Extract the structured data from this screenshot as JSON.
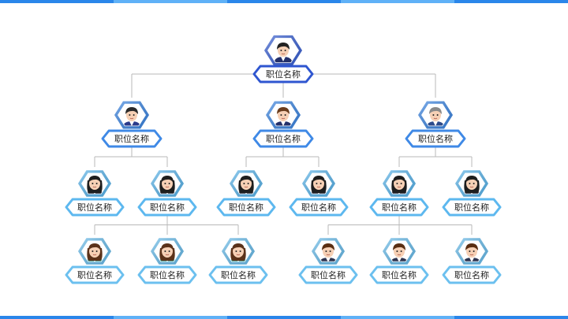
{
  "decor": {
    "top_bar_colors": [
      "#2a86ea",
      "#5fb1f7",
      "#2a86ea",
      "#5fb1f7",
      "#2a86ea"
    ],
    "bottom_bar_colors": [
      "#2a86ea",
      "#5fb1f7",
      "#2a86ea",
      "#5fb1f7",
      "#2a86ea"
    ],
    "line_color": "#b8b8b8"
  },
  "levels": [
    {
      "level": 1,
      "hex_fill": "#3c63d6",
      "pill_stroke": "#2f56d0"
    },
    {
      "level": 2,
      "hex_fill": "#3f89e6",
      "pill_stroke": "#3f89e6"
    },
    {
      "level": 3,
      "hex_fill": "#5db8ef",
      "pill_stroke": "#5db8ef"
    },
    {
      "level": 4,
      "hex_fill": "#6cc0ef",
      "pill_stroke": "#6cc0ef"
    }
  ],
  "nodes": [
    {
      "id": "ceo",
      "label": "职位名称",
      "level": 1,
      "avatar": "man-suit",
      "parent": null
    },
    {
      "id": "m1",
      "label": "职位名称",
      "level": 2,
      "avatar": "woman-short",
      "parent": "ceo"
    },
    {
      "id": "m2",
      "label": "职位名称",
      "level": 2,
      "avatar": "man-brown",
      "parent": "ceo"
    },
    {
      "id": "m3",
      "label": "职位名称",
      "level": 2,
      "avatar": "man-older",
      "parent": "ceo"
    },
    {
      "id": "s1",
      "label": "职位名称",
      "level": 3,
      "avatar": "woman-bangs",
      "parent": "m1"
    },
    {
      "id": "s2",
      "label": "职位名称",
      "level": 3,
      "avatar": "woman-bangs",
      "parent": "m1"
    },
    {
      "id": "s3",
      "label": "职位名称",
      "level": 3,
      "avatar": "woman-bangs",
      "parent": "m2"
    },
    {
      "id": "s4",
      "label": "职位名称",
      "level": 3,
      "avatar": "woman-bangs",
      "parent": "m2"
    },
    {
      "id": "s5",
      "label": "职位名称",
      "level": 3,
      "avatar": "woman-bangs",
      "parent": "m3"
    },
    {
      "id": "s6",
      "label": "职位名称",
      "level": 3,
      "avatar": "woman-bangs",
      "parent": "m3"
    },
    {
      "id": "t1",
      "label": "职位名称",
      "level": 4,
      "avatar": "woman-long",
      "parent": "s2"
    },
    {
      "id": "t2",
      "label": "职位名称",
      "level": 4,
      "avatar": "woman-long",
      "parent": "s2"
    },
    {
      "id": "t3",
      "label": "职位名称",
      "level": 4,
      "avatar": "woman-long",
      "parent": "s2"
    },
    {
      "id": "t4",
      "label": "职位名称",
      "level": 4,
      "avatar": "man-young",
      "parent": "s5"
    },
    {
      "id": "t5",
      "label": "职位名称",
      "level": 4,
      "avatar": "man-young",
      "parent": "s5"
    },
    {
      "id": "t6",
      "label": "职位名称",
      "level": 4,
      "avatar": "man-young",
      "parent": "s5"
    }
  ]
}
